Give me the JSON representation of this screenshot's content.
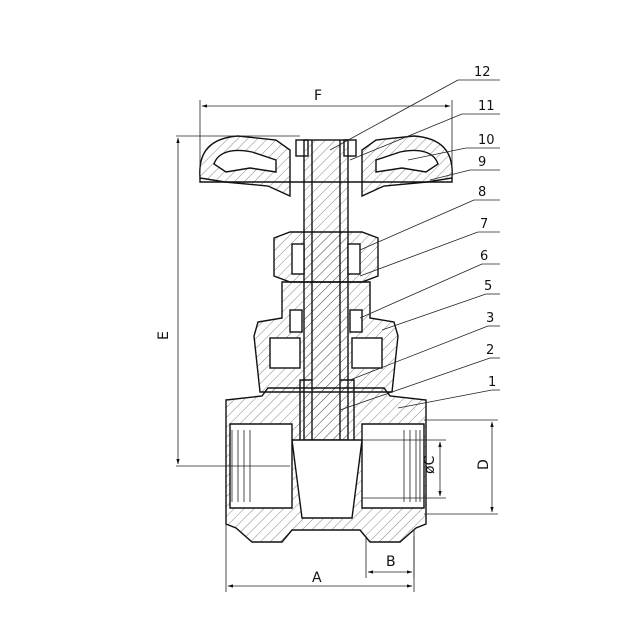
{
  "parts": [
    {
      "number": "1"
    },
    {
      "number": "2"
    },
    {
      "number": "3"
    },
    {
      "number": "5"
    },
    {
      "number": "6"
    },
    {
      "number": "7"
    },
    {
      "number": "8"
    },
    {
      "number": "9"
    },
    {
      "number": "10"
    },
    {
      "number": "11"
    },
    {
      "number": "12"
    }
  ],
  "dimensions": {
    "A": "A",
    "B": "B",
    "C": "øC",
    "D": "D",
    "E": "E",
    "F": "F"
  }
}
